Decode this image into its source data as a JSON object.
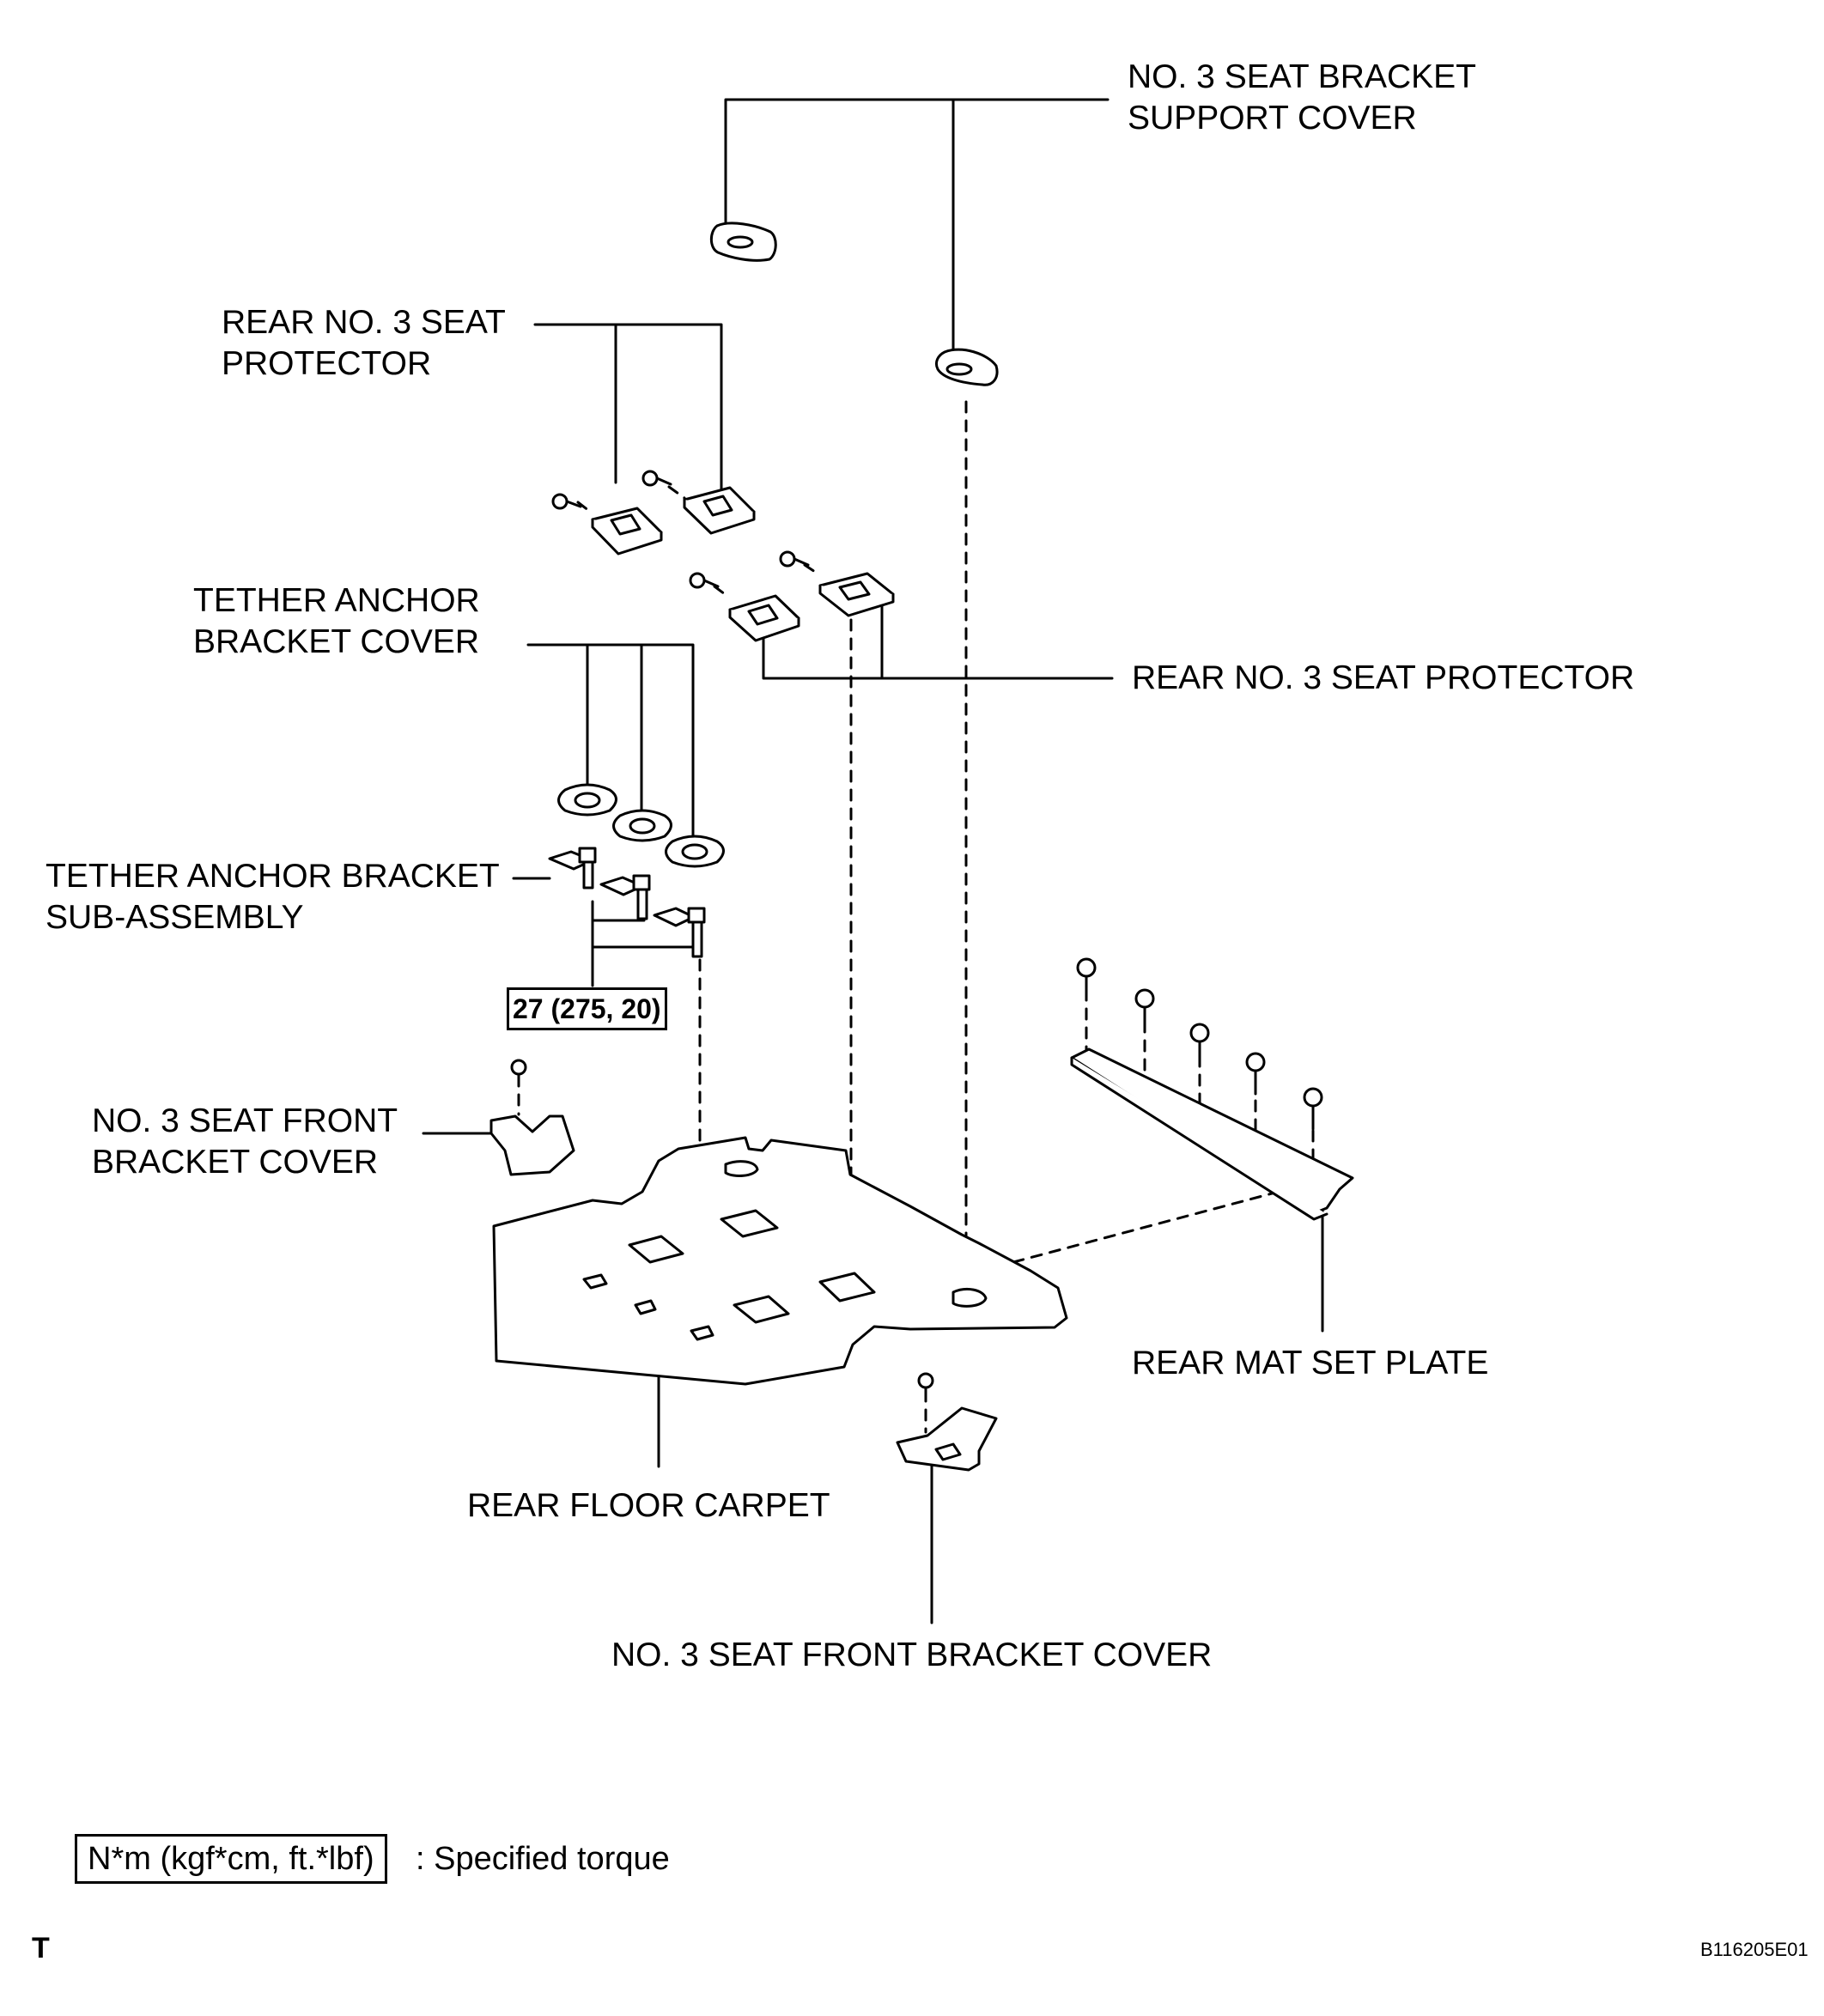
{
  "labels": {
    "support_cover": "NO. 3 SEAT BRACKET\nSUPPORT COVER",
    "protector_upper": "REAR NO. 3 SEAT\nPROTECTOR",
    "protector_right": "REAR NO. 3 SEAT PROTECTOR",
    "tether_cover": "TETHER ANCHOR\nBRACKET COVER",
    "tether_sub": "TETHER ANCHOR BRACKET\nSUB-ASSEMBLY",
    "front_cover_left": "NO. 3 SEAT FRONT\nBRACKET COVER",
    "mat_plate": "REAR MAT SET PLATE",
    "floor_carpet": "REAR FLOOR CARPET",
    "front_cover_bottom": "NO. 3 SEAT FRONT BRACKET COVER"
  },
  "torque": "27 (275, 20)",
  "legend": {
    "box": "N*m (kgf*cm, ft.*lbf)",
    "text": ": Specified torque"
  },
  "corner_left": "T",
  "figure_code": "B116205E01"
}
